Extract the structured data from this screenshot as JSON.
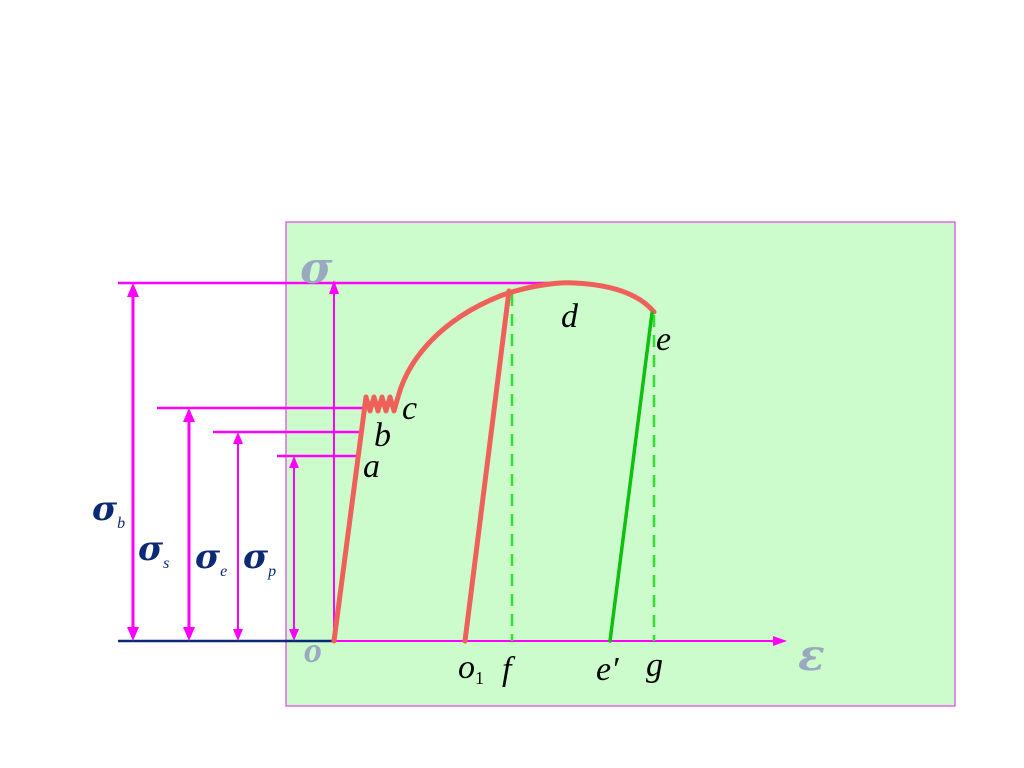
{
  "diagram": {
    "axis_labels": {
      "y": "σ",
      "x": "ε",
      "origin": "o"
    },
    "point_labels": {
      "a": "a",
      "b": "b",
      "c": "c",
      "d": "d",
      "e": "e",
      "o1": "o",
      "o1_sub": "1",
      "f": "f",
      "e_prime": "e′",
      "g": "g"
    },
    "stress_labels": [
      {
        "symbol": "σ",
        "sub": "b"
      },
      {
        "symbol": "σ",
        "sub": "s"
      },
      {
        "symbol": "σ",
        "sub": "e"
      },
      {
        "symbol": "σ",
        "sub": "p"
      }
    ],
    "colors": {
      "panel_bg": "#ccfccc",
      "panel_border": "#e040e0",
      "magenta": "#ff00ff",
      "curve": "#f0605a",
      "green": "#10c010",
      "dash": "#30e030",
      "axis_text": "#9aa8c0",
      "stress_text": "#0a2a78",
      "baseline": "#0a2a78"
    }
  }
}
